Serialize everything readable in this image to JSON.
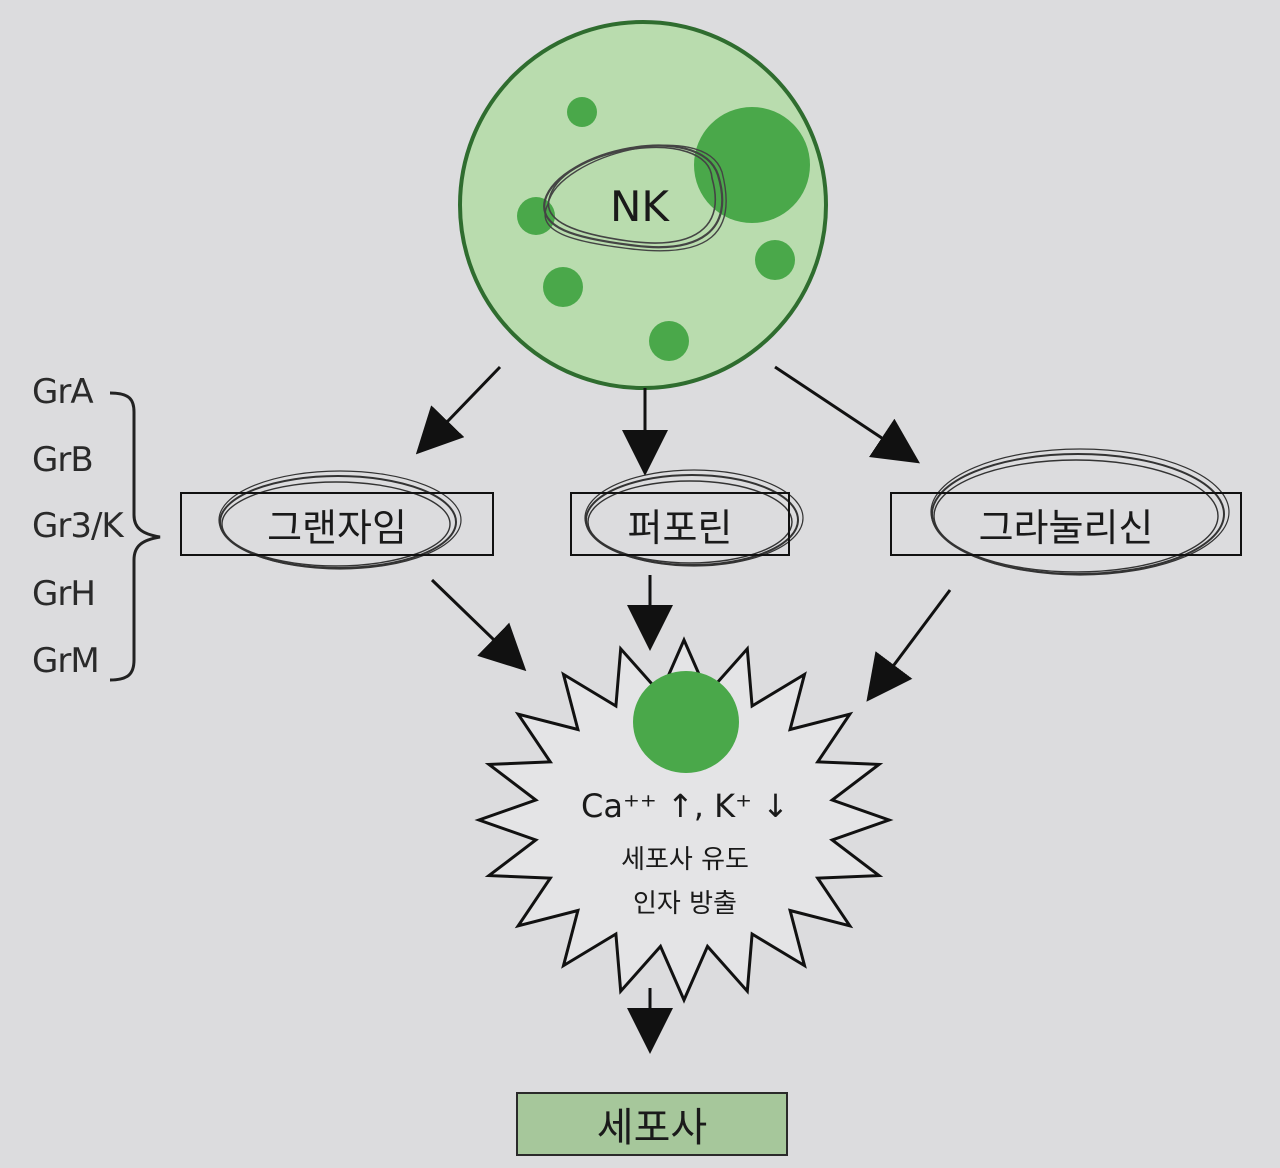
{
  "nk_cell": {
    "label": "NK",
    "fill_color": "#b9dcae",
    "granule_color": "#4aa84a"
  },
  "granule_proteins": {
    "items": [
      "GrA",
      "GrB",
      "Gr3/K",
      "GrH",
      "GrM"
    ]
  },
  "mediators": [
    {
      "label": "그랜자임"
    },
    {
      "label": "퍼포린"
    },
    {
      "label": "그라눌리신"
    }
  ],
  "target_cell": {
    "ion_text": "Ca⁺⁺ ↑, K⁺ ↓",
    "line1": "세포사 유도",
    "line2": "인자 방출",
    "nucleus_color": "#4aa84a"
  },
  "outcome": {
    "label": "세포사",
    "fill_color": "#a6c79b"
  }
}
